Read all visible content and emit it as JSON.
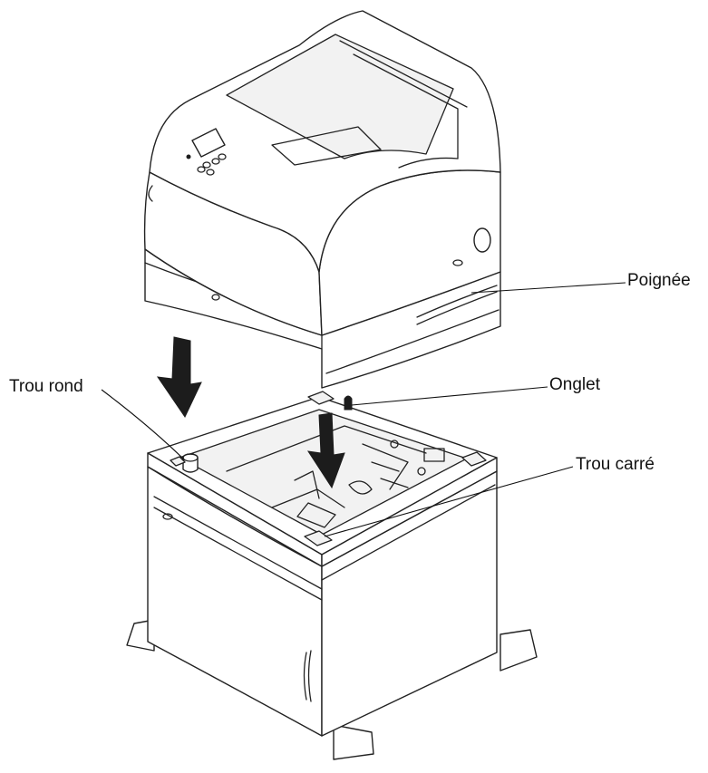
{
  "labels": {
    "handle": "Poignée",
    "tab": "Onglet",
    "round_hole": "Trou rond",
    "square_hole": "Trou carré"
  },
  "colors": {
    "line": "#222222",
    "background": "#ffffff",
    "arrow": "#1c1c1c"
  }
}
